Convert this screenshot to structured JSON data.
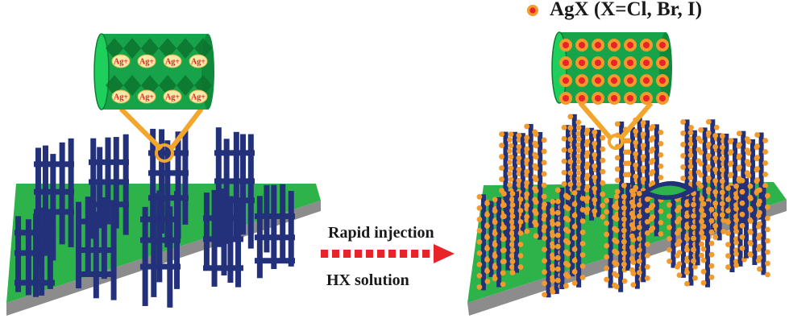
{
  "legend": {
    "label": "AgX (X=Cl, Br, I)"
  },
  "process": {
    "label_top": "Rapid injection",
    "label_bottom": "HX solution"
  },
  "left_zoom": {
    "ion_label": "Ag",
    "ion_charge": "+"
  },
  "colors": {
    "substrate_green": "#2db34a",
    "substrate_gray": "#8c8c8c",
    "nanowire_navy": "#23307a",
    "tube_green": "#16a34a",
    "callout_orange": "#f2a72c",
    "particle_orange": "#f39a2c",
    "particle_core_red": "#e8232a",
    "arrow_red": "#e8232a"
  }
}
